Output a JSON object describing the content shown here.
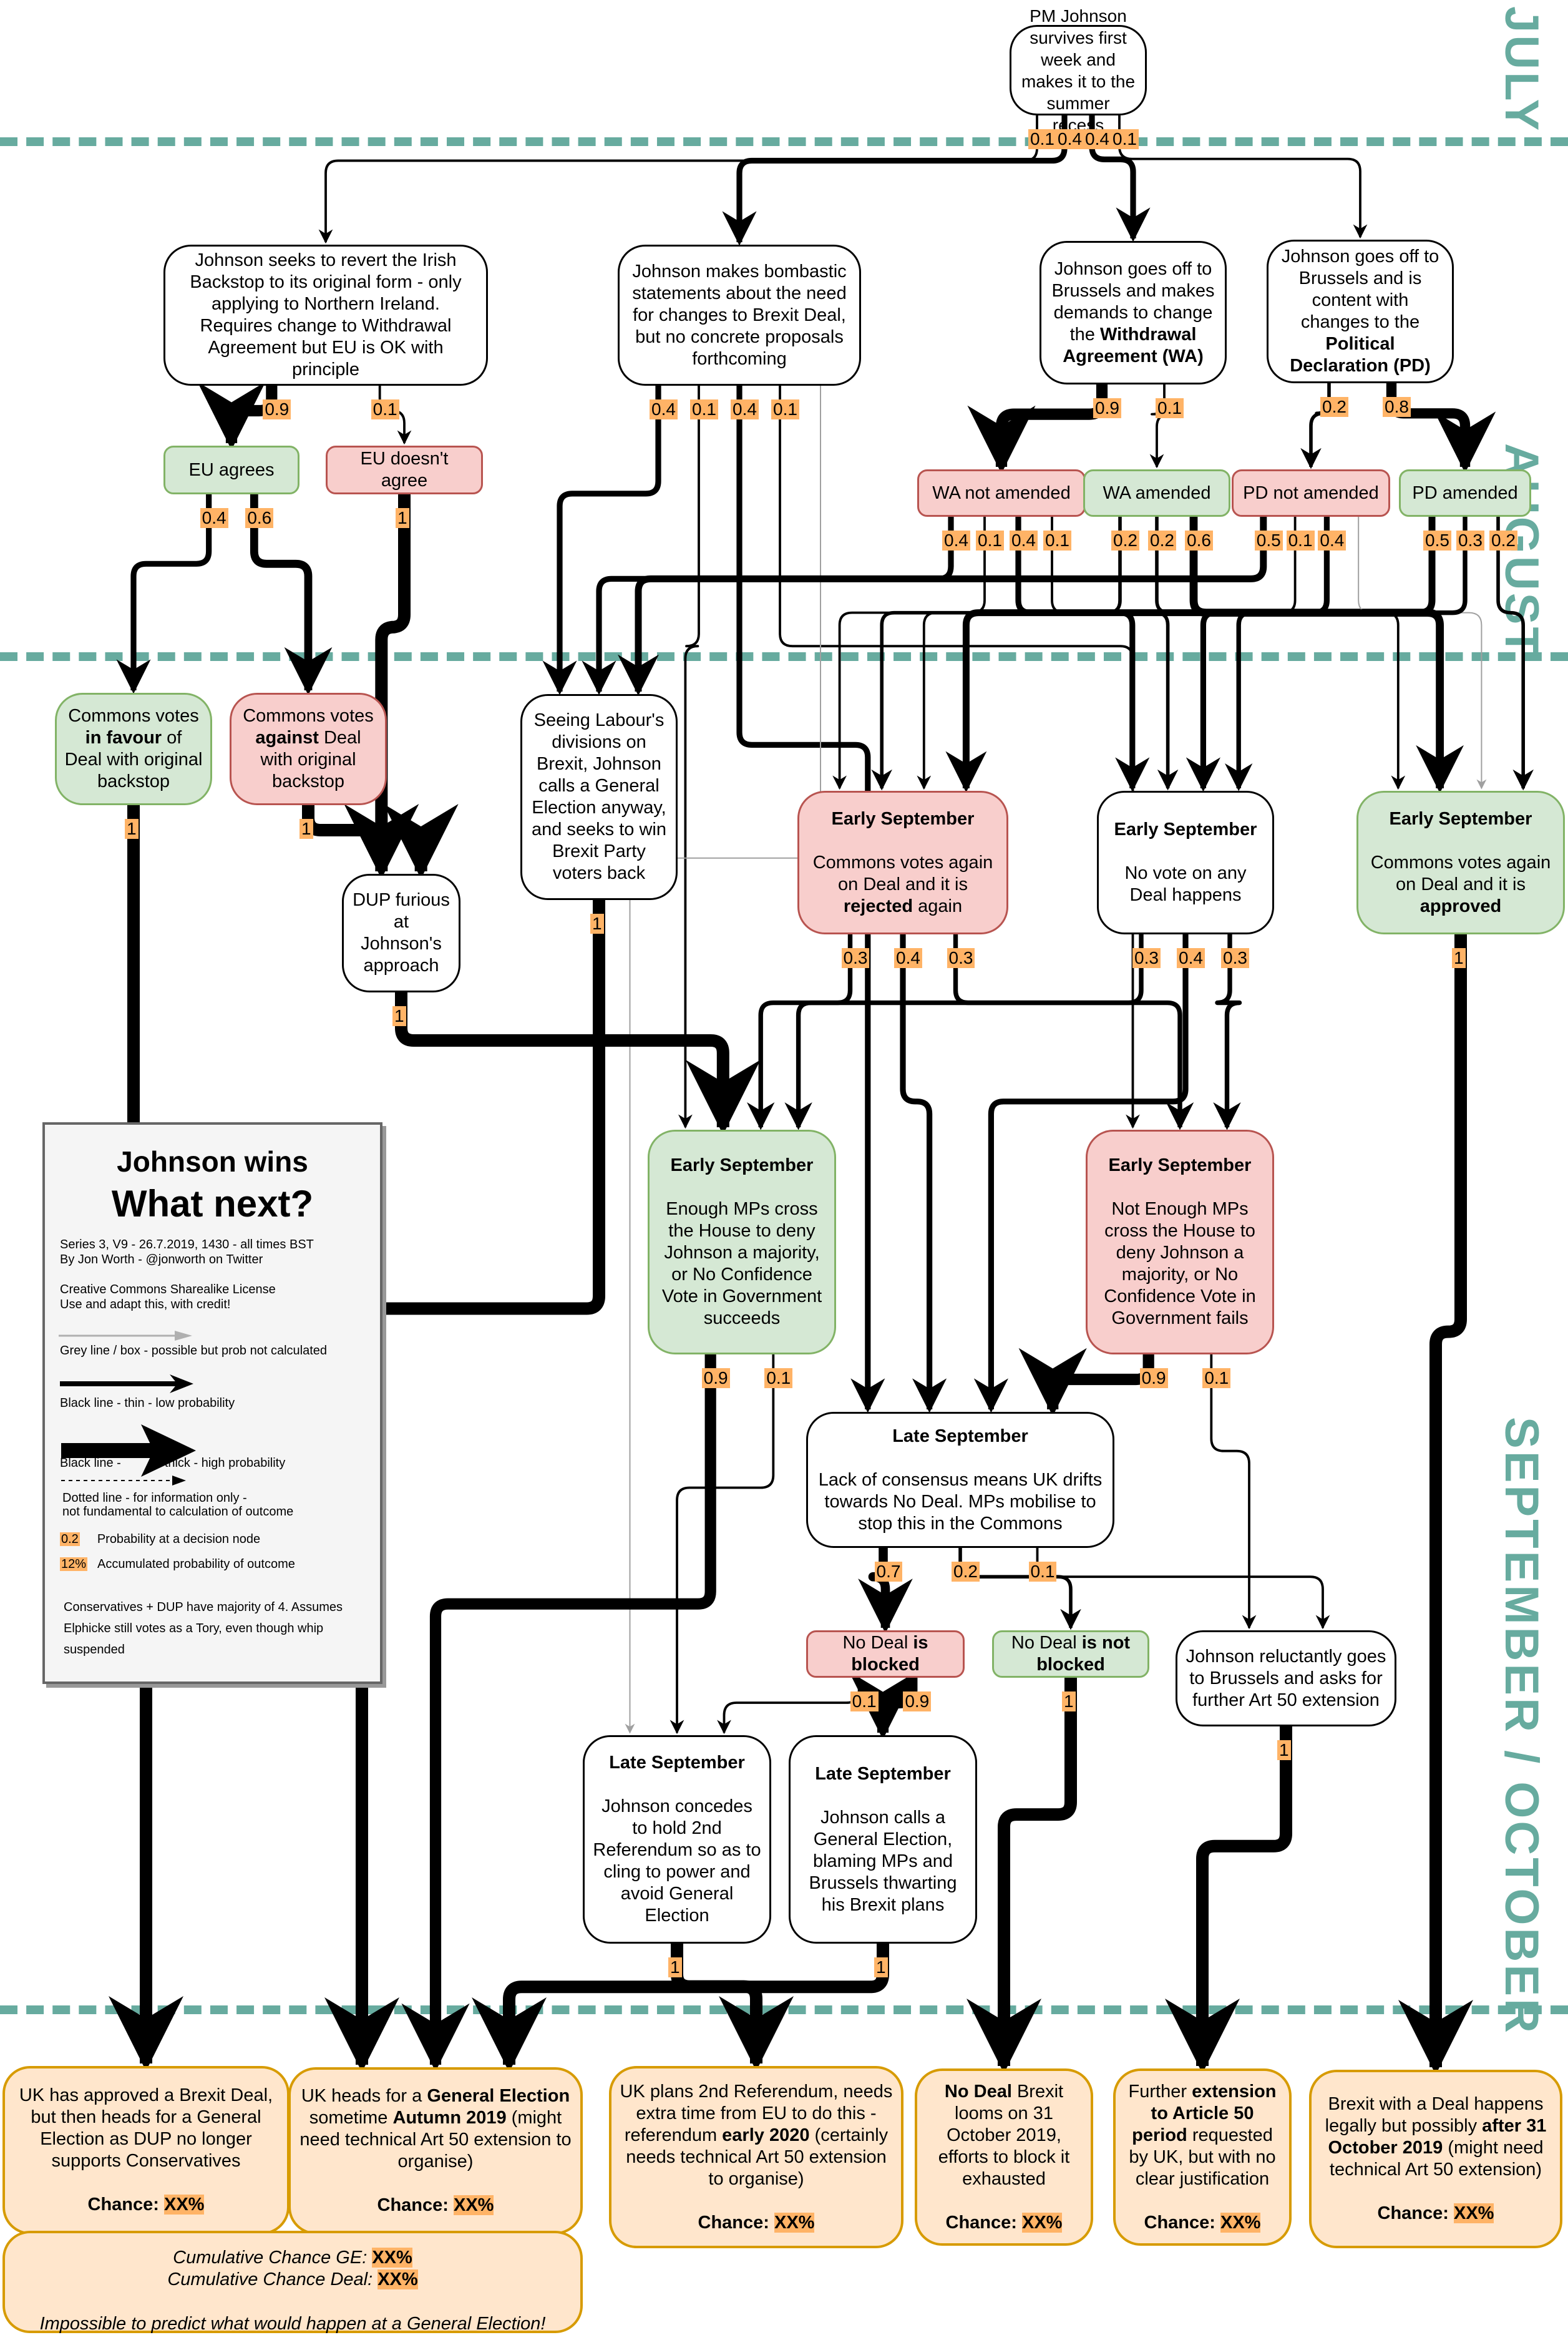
{
  "months": [
    "JULY",
    "AUGUST",
    "SEPTEMBER / OCTOBER"
  ],
  "colors": {
    "separator": "#67ab9f",
    "green_fill": "#d5e8d4",
    "green_border": "#82b366",
    "red_fill": "#f8cecc",
    "red_border": "#b85450",
    "outcome_fill": "#ffe6cc",
    "outcome_border": "#d79b00",
    "probability_badge": "#ffb366",
    "grey_line": "#a0a0a0"
  },
  "nodes": {
    "start": "PM Johnson survives first week and makes it to the summer recess",
    "revert_backstop": "Johnson seeks to revert the Irish Backstop to its original form - only applying to Northern Ireland. Requires change to Withdrawal Agreement but EU is OK with principle",
    "bombastic": "Johnson makes bombastic statements about the need for changes to Brexit Deal, but no concrete proposals forthcoming",
    "brussels_wa": {
      "pre": "Johnson goes off to Brussels and makes demands to change the ",
      "bold": "Withdrawal Agreement (WA)"
    },
    "brussels_pd": {
      "pre": "Johnson goes off to Brussels and is content with changes to the ",
      "bold": "Political Declaration (PD)"
    },
    "eu_agrees": "EU agrees",
    "eu_disagrees": "EU doesn't agree",
    "wa_not_amended": "WA not amended",
    "wa_amended": "WA amended",
    "pd_not_amended": "PD not amended",
    "pd_amended": "PD amended",
    "commons_favour": {
      "pre": "Commons votes ",
      "bold": "in favour",
      "post": " of Deal with original backstop"
    },
    "commons_against": {
      "pre": "Commons votes ",
      "bold": "against",
      "post": " Deal with original backstop"
    },
    "labour_divisions": "Seeing Labour's divisions on Brexit, Johnson calls a General Election anyway, and seeks to win Brexit Party voters back",
    "dup_furious": "DUP furious at Johnson's approach",
    "es_rejected": {
      "title": "Early September",
      "pre": "Commons votes again on Deal and it is ",
      "bold": "rejected",
      "post": " again"
    },
    "es_novote": {
      "title": "Early September",
      "text": "No vote on any Deal happens"
    },
    "es_approved": {
      "title": "Early September",
      "pre": "Commons votes again on Deal and it is ",
      "bold": "approved"
    },
    "es_enough": {
      "title": "Early September",
      "text": "Enough MPs cross the House to deny Johnson a majority, or No Confidence Vote in Government succeeds"
    },
    "es_not_enough": {
      "title": "Early September",
      "text": "Not Enough MPs cross the House to deny Johnson a majority, or No Confidence Vote in Government fails"
    },
    "ls_drift": {
      "title": "Late September",
      "text": "Lack of consensus means UK drifts towards No Deal. MPs mobilise to stop this in the Commons"
    },
    "nd_blocked": {
      "pre": "No Deal ",
      "bold": "is blocked"
    },
    "nd_not_blocked": {
      "pre": "No Deal ",
      "bold": "is not blocked"
    },
    "reluctant_extension": "Johnson reluctantly goes to Brussels and asks for further Art 50 extension",
    "ls_referendum": {
      "title": "Late September",
      "text": "Johnson concedes to hold 2nd Referendum so as to cling to power and avoid General Election"
    },
    "ls_election": {
      "title": "Late September",
      "text": "Johnson calls a General Election, blaming MPs and Brussels thwarting his Brexit plans"
    }
  },
  "outcomes": {
    "deal_then_ge": {
      "text": "UK has approved a Brexit Deal, but then heads for a General Election as DUP no longer supports Conservatives",
      "chance_label": "Chance:",
      "chance": "XX%"
    },
    "general_election": {
      "pre": "UK heads for a ",
      "b1": "General Election",
      "mid": " sometime ",
      "b2": "Autumn 2019",
      "post": " (might need technical Art 50 extension to organise)",
      "chance_label": "Chance:",
      "chance": "XX%"
    },
    "referendum": {
      "pre": "UK plans 2nd Referendum, needs extra time from EU to do this - referendum ",
      "bold": "early 2020",
      "post": " (certainly needs technical Art 50 extension to organise)",
      "chance_label": "Chance:",
      "chance": "XX%"
    },
    "no_deal": {
      "bold": "No Deal",
      "post": " Brexit looms on 31 October 2019, efforts to block it exhausted",
      "chance_label": "Chance:",
      "chance": "XX%"
    },
    "extension": {
      "pre": "Further ",
      "bold": "extension to Article 50 period",
      "post": " requested by UK, but with no clear justification",
      "chance_label": "Chance:",
      "chance": "XX%"
    },
    "deal_after": {
      "pre": "Brexit with a Deal happens legally but possibly ",
      "bold": "after 31 October 2019",
      "post": " (might need technical Art 50 extension)",
      "chance_label": "Chance:",
      "chance": "XX%"
    },
    "cumulative": {
      "ge_label": "Cumulative Chance GE:",
      "ge": "XX%",
      "deal_label": "Cumulative Chance Deal:",
      "deal": "XX%",
      "note": "Impossible to predict what would happen at a General Election!"
    }
  },
  "legend": {
    "title1": "Johnson wins",
    "title2": "What next?",
    "meta1": "Series 3, V9 - 26.7.2019, 1430 - all times BST",
    "meta2": "By Jon Worth - @jonworth on Twitter",
    "license1": "Creative Commons Sharealike License",
    "license2": "Use and adapt this, with credit!",
    "grey": "Grey line / box - possible but prob not calculated",
    "thin": "Black line - thin - low probability",
    "thick_a": "Black line -",
    "thick_b": "thick - high probability",
    "dotted1": "Dotted line - for information only -",
    "dotted2": "not fundamental to calculation of outcome",
    "prob_badge": "0.2",
    "prob_text": "Probability at a decision node",
    "acc_badge": "12%",
    "acc_text": "Accumulated probability of outcome",
    "note": "Conservatives + DUP have majority of 4. Assumes Elphicke still votes as a Tory, even though whip suspended"
  },
  "edges": [
    {
      "from": "start",
      "to": "revert_backstop",
      "p": "0.1"
    },
    {
      "from": "start",
      "to": "bombastic",
      "p": "0.4"
    },
    {
      "from": "start",
      "to": "brussels_wa",
      "p": "0.4"
    },
    {
      "from": "start",
      "to": "brussels_pd",
      "p": "0.1"
    },
    {
      "from": "revert_backstop",
      "to": "eu_agrees",
      "p": "0.9"
    },
    {
      "from": "revert_backstop",
      "to": "eu_disagrees",
      "p": "0.1"
    },
    {
      "from": "bombastic",
      "to": "labour_divisions",
      "p": "0.4"
    },
    {
      "from": "bombastic",
      "to": "es_enough",
      "p": "0.1"
    },
    {
      "from": "bombastic",
      "to": "ls_drift",
      "p": "0.4"
    },
    {
      "from": "bombastic",
      "to": "es_not_enough",
      "p": "0.1"
    },
    {
      "from": "bombastic",
      "to": "ls_referendum",
      "p": "",
      "grey": true
    },
    {
      "from": "brussels_wa",
      "to": "wa_not_amended",
      "p": "0.9"
    },
    {
      "from": "brussels_wa",
      "to": "wa_amended",
      "p": "0.1"
    },
    {
      "from": "brussels_pd",
      "to": "pd_not_amended",
      "p": "0.2"
    },
    {
      "from": "brussels_pd",
      "to": "pd_amended",
      "p": "0.8"
    },
    {
      "from": "eu_agrees",
      "to": "commons_favour",
      "p": "0.4"
    },
    {
      "from": "eu_agrees",
      "to": "commons_against",
      "p": "0.6"
    },
    {
      "from": "eu_disagrees",
      "to": "dup_furious",
      "p": "1"
    },
    {
      "from": "wa_not_amended",
      "to": "labour_divisions",
      "p": "0.4"
    },
    {
      "from": "wa_not_amended",
      "to": "es_rejected",
      "p": "0.1"
    },
    {
      "from": "wa_not_amended",
      "to": "es_novote",
      "p": "0.4"
    },
    {
      "from": "wa_not_amended",
      "to": "es_approved",
      "p": "0.1"
    },
    {
      "from": "wa_amended",
      "to": "es_rejected",
      "p": "0.2"
    },
    {
      "from": "wa_amended",
      "to": "es_novote",
      "p": "0.2"
    },
    {
      "from": "wa_amended",
      "to": "es_approved",
      "p": "0.6"
    },
    {
      "from": "pd_not_amended",
      "to": "labour_divisions",
      "p": "0.5"
    },
    {
      "from": "pd_not_amended",
      "to": "es_rejected",
      "p": "0.1"
    },
    {
      "from": "pd_not_amended",
      "to": "es_novote",
      "p": "0.4"
    },
    {
      "from": "pd_not_amended",
      "to": "es_approved",
      "p": "",
      "grey": true
    },
    {
      "from": "pd_amended",
      "to": "es_rejected",
      "p": "0.5"
    },
    {
      "from": "pd_amended",
      "to": "es_novote",
      "p": "0.3"
    },
    {
      "from": "pd_amended",
      "to": "es_approved",
      "p": "0.2"
    },
    {
      "from": "commons_favour",
      "to": "deal_then_ge",
      "p": "1"
    },
    {
      "from": "commons_against",
      "to": "dup_furious",
      "p": "1"
    },
    {
      "from": "dup_furious",
      "to": "es_enough",
      "p": "1"
    },
    {
      "from": "labour_divisions",
      "to": "general_election",
      "p": "1"
    },
    {
      "from": "es_rejected",
      "to": "es_enough",
      "p": "0.3"
    },
    {
      "from": "es_rejected",
      "to": "ls_drift",
      "p": "0.4"
    },
    {
      "from": "es_rejected",
      "to": "es_not_enough",
      "p": "0.3"
    },
    {
      "from": "es_novote",
      "to": "es_enough",
      "p": "0.3"
    },
    {
      "from": "es_novote",
      "to": "ls_drift",
      "p": "0.4"
    },
    {
      "from": "es_novote",
      "to": "es_not_enough",
      "p": "0.3"
    },
    {
      "from": "es_approved",
      "to": "deal_after",
      "p": "1"
    },
    {
      "from": "es_enough",
      "to": "general_election",
      "p": "0.9"
    },
    {
      "from": "es_enough",
      "to": "ls_referendum",
      "p": "0.1"
    },
    {
      "from": "es_not_enough",
      "to": "ls_drift",
      "p": "0.9"
    },
    {
      "from": "es_not_enough",
      "to": "reluctant_extension",
      "p": "0.1"
    },
    {
      "from": "ls_drift",
      "to": "nd_blocked",
      "p": "0.7"
    },
    {
      "from": "ls_drift",
      "to": "nd_not_blocked",
      "p": "0.2"
    },
    {
      "from": "ls_drift",
      "to": "reluctant_extension",
      "p": "0.1"
    },
    {
      "from": "nd_blocked",
      "to": "ls_referendum",
      "p": "0.1"
    },
    {
      "from": "nd_blocked",
      "to": "ls_election",
      "p": "0.9"
    },
    {
      "from": "nd_not_blocked",
      "to": "no_deal",
      "p": "1"
    },
    {
      "from": "reluctant_extension",
      "to": "extension",
      "p": "1"
    },
    {
      "from": "ls_referendum",
      "to": "referendum",
      "p": "1"
    },
    {
      "from": "ls_election",
      "to": "general_election",
      "p": "1"
    }
  ]
}
